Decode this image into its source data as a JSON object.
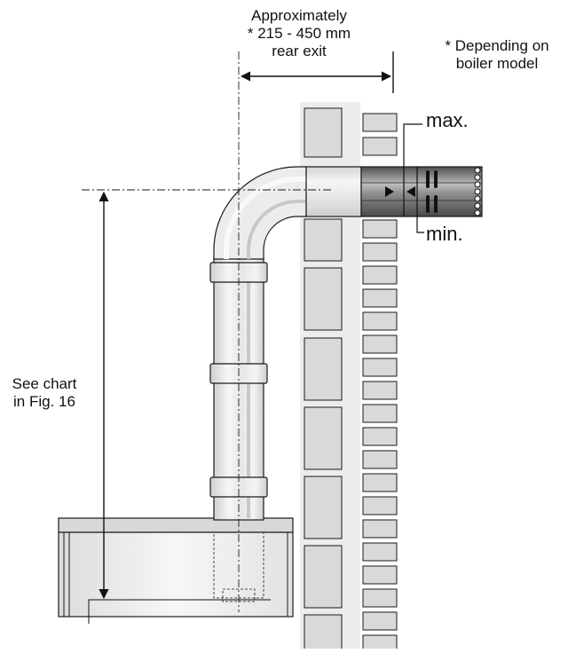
{
  "labels": {
    "rear_exit_line1": "Approximately",
    "rear_exit_line2": "* 215 - 450 mm",
    "rear_exit_line3": "rear exit",
    "note_line1": "* Depending on",
    "note_line2": "boiler model",
    "max": "max.",
    "min": "min.",
    "height_line1": "See chart",
    "height_line2": "in Fig. 16"
  },
  "colors": {
    "line": "#1a1a1a",
    "brick": "#d9d9d9",
    "wall": "#ececec",
    "pipe_light": "#f4f4f4",
    "pipe_mid": "#d2d2d2",
    "terminal_dark": "#6a6a6a"
  }
}
